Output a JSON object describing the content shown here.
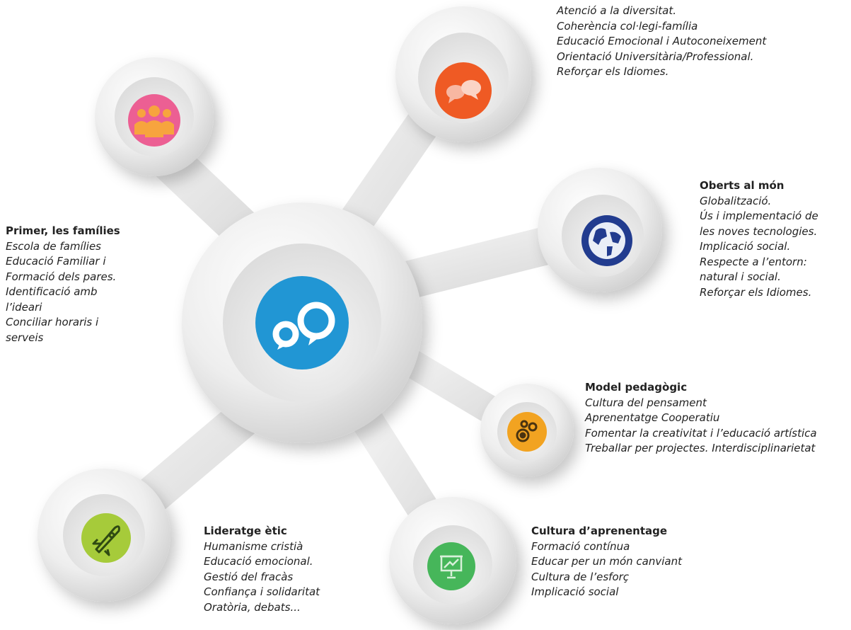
{
  "colors": {
    "hub": "#2196d4",
    "families": "#ec5f93",
    "diversity": "#ef5a24",
    "world": "#223c8f",
    "model": "#f2a321",
    "leadership": "#a6cb3a",
    "culture": "#46b65a"
  },
  "icons": {
    "hub": "speech-bubbles-icon",
    "families": "people-group-icon",
    "diversity": "chat-bubbles-icon",
    "world": "globe-icon",
    "model": "gears-icon",
    "leadership": "rocket-icon",
    "culture": "presentation-chart-icon"
  },
  "sections": {
    "families": {
      "title": "Primer, les famílies",
      "lines": [
        "Escola de famílies",
        "Educació Familiar i",
        "Formació dels pares.",
        "Identificació amb",
        "l’ideari",
        "Conciliar horaris i",
        "serveis"
      ]
    },
    "diversity": {
      "title": "",
      "lines": [
        "Atenció a la diversitat.",
        "Coherència col·legi-família",
        "Educació Emocional i Autoconeixement",
        "Orientació Universitària/Professional.",
        "Reforçar els Idiomes."
      ]
    },
    "world": {
      "title": "Oberts al món",
      "lines": [
        "Globalització.",
        "Ús i implementació de",
        "les noves tecnologies.",
        "Implicació social.",
        "Respecte a l’entorn:",
        "natural i social.",
        "Reforçar els Idiomes."
      ]
    },
    "model": {
      "title": "Model pedagògic",
      "lines": [
        "Cultura del pensament",
        "Aprenentatge Cooperatiu",
        "Fomentar la creativitat i l’educació artística",
        "Treballar  per projectes. Interdisciplinarietat"
      ]
    },
    "leadership": {
      "title": "Lideratge ètic",
      "lines": [
        "Humanisme cristià",
        "Educació emocional.",
        "Gestió del fracàs",
        "Confiança i solidaritat",
        "Oratòria, debats..."
      ]
    },
    "culture": {
      "title": "Cultura d’aprenentage",
      "lines": [
        "Formació contínua",
        "Educar per un món canviant",
        "Cultura de l’esforç",
        "Implicació social"
      ]
    }
  }
}
